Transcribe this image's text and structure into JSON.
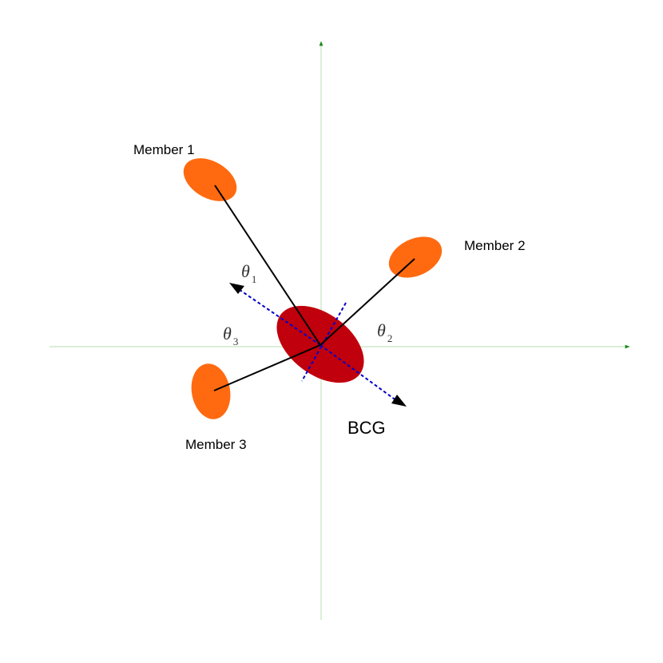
{
  "colors": {
    "axis": "#b8dcb0",
    "axis_arrow": "#1a8a1a",
    "member_fill": "#ff6a10",
    "bcg_fill": "#c0000c",
    "connector": "#000000",
    "major_axis": "#0000cc"
  },
  "labels": {
    "member1": "Member 1",
    "member2": "Member 2",
    "member3": "Member 3",
    "bcg": "BCG"
  },
  "angles": [
    {
      "symbol": "θ",
      "subscript": "1"
    },
    {
      "symbol": "θ",
      "subscript": "2"
    },
    {
      "symbol": "θ",
      "subscript": "3"
    }
  ]
}
